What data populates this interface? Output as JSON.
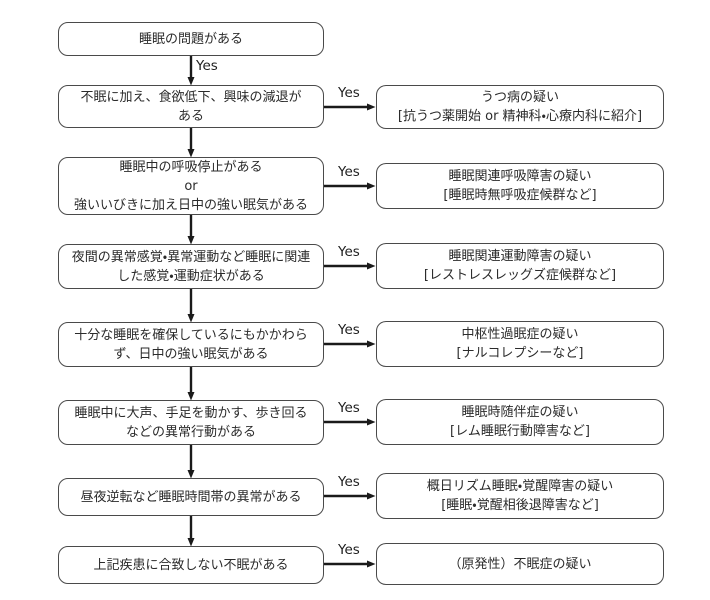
{
  "labels": {
    "yes": "Yes"
  },
  "colors": {
    "background": "#ffffff",
    "box_border": "#4a4a4a",
    "arrow": "#1a1a1a",
    "text": "#2b2b2b"
  },
  "flow": {
    "start": {
      "lines": [
        "睡眠の問題がある"
      ]
    },
    "rows": [
      {
        "condition_lines": [
          "不眠に加え、食欲低下、興味の減退が",
          "ある"
        ],
        "result_lines": [
          "うつ病の疑い",
          "[抗うつ薬開始 or 精神科・心療内科に紹介]"
        ]
      },
      {
        "condition_lines": [
          "睡眠中の呼吸停止がある",
          "or",
          "強いいびきに加え日中の強い眠気がある"
        ],
        "result_lines": [
          "睡眠関連呼吸障害の疑い",
          "[睡眠時無呼吸症候群など]"
        ]
      },
      {
        "condition_lines": [
          "夜間の異常感覚・異常運動など睡眠に関連",
          "した感覚・運動症状がある"
        ],
        "result_lines": [
          "睡眠関連運動障害の疑い",
          "[レストレスレッグズ症候群など]"
        ]
      },
      {
        "condition_lines": [
          "十分な睡眠を確保しているにもかかわら",
          "ず、日中の強い眠気がある"
        ],
        "result_lines": [
          "中枢性過眠症の疑い",
          "[ナルコレプシーなど]"
        ]
      },
      {
        "condition_lines": [
          "睡眠中に大声、手足を動かす、歩き回る",
          "などの異常行動がある"
        ],
        "result_lines": [
          "睡眠時随伴症の疑い",
          "[レム睡眠行動障害など]"
        ]
      },
      {
        "condition_lines": [
          "昼夜逆転など睡眠時間帯の異常がある"
        ],
        "result_lines": [
          "概日リズム睡眠・覚醒障害の疑い",
          "[睡眠・覚醒相後退障害など]"
        ]
      },
      {
        "condition_lines": [
          "上記疾患に合致しない不眠がある"
        ],
        "result_lines": [
          "（原発性）不眠症の疑い"
        ]
      }
    ]
  }
}
